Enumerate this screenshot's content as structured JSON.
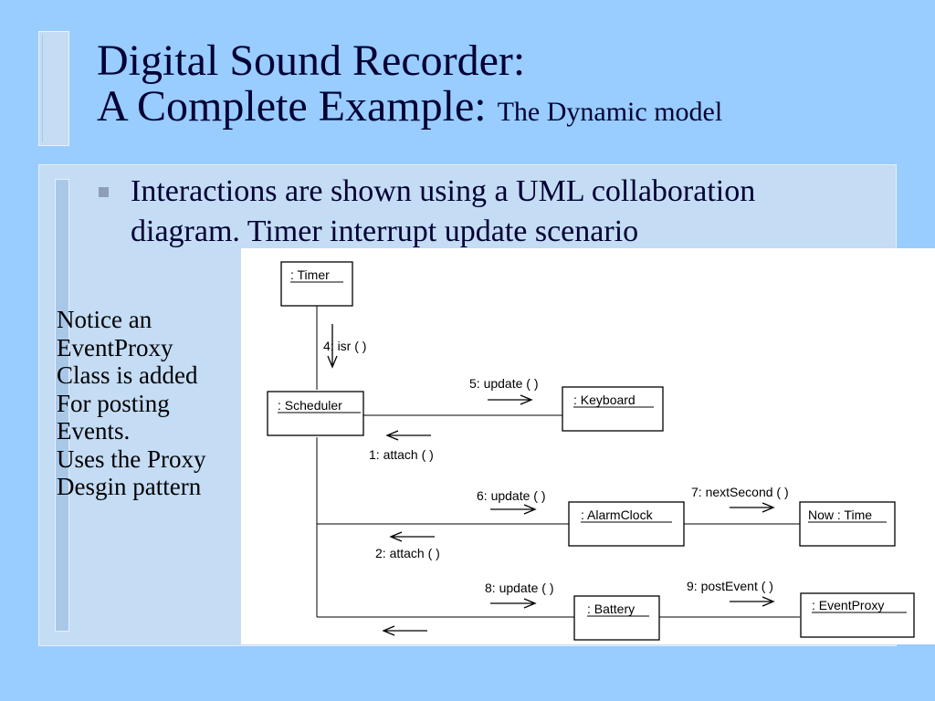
{
  "slide": {
    "title_line1": "Digital Sound Recorder:",
    "title_line2": "A Complete Example:",
    "title_line2_suffix": "The Dynamic model",
    "bullet_line1": "Interactions are shown using a UML collaboration",
    "bullet_line2": "diagram. Timer interrupt update scenario",
    "side_note": [
      "Notice an",
      "EventProxy",
      "Class is added",
      "For posting",
      "Events.",
      "Uses the Proxy",
      "Desgin pattern"
    ]
  },
  "diagram": {
    "objects": {
      "timer": ": Timer",
      "scheduler": ": Scheduler",
      "keyboard": ": Keyboard",
      "alarmclock": ": AlarmClock",
      "now_time": "Now : Time",
      "battery": ": Battery",
      "eventproxy": ": EventProxy"
    },
    "messages": {
      "isr": "4: isr ( )",
      "update5": "5: update ( )",
      "attach1": "1: attach ( )",
      "update6": "6: update ( )",
      "nextsecond": "7: nextSecond ( )",
      "attach2": "2: attach ( )",
      "update8": "8: update ( )",
      "postevent": "9: postEvent ( )"
    }
  }
}
